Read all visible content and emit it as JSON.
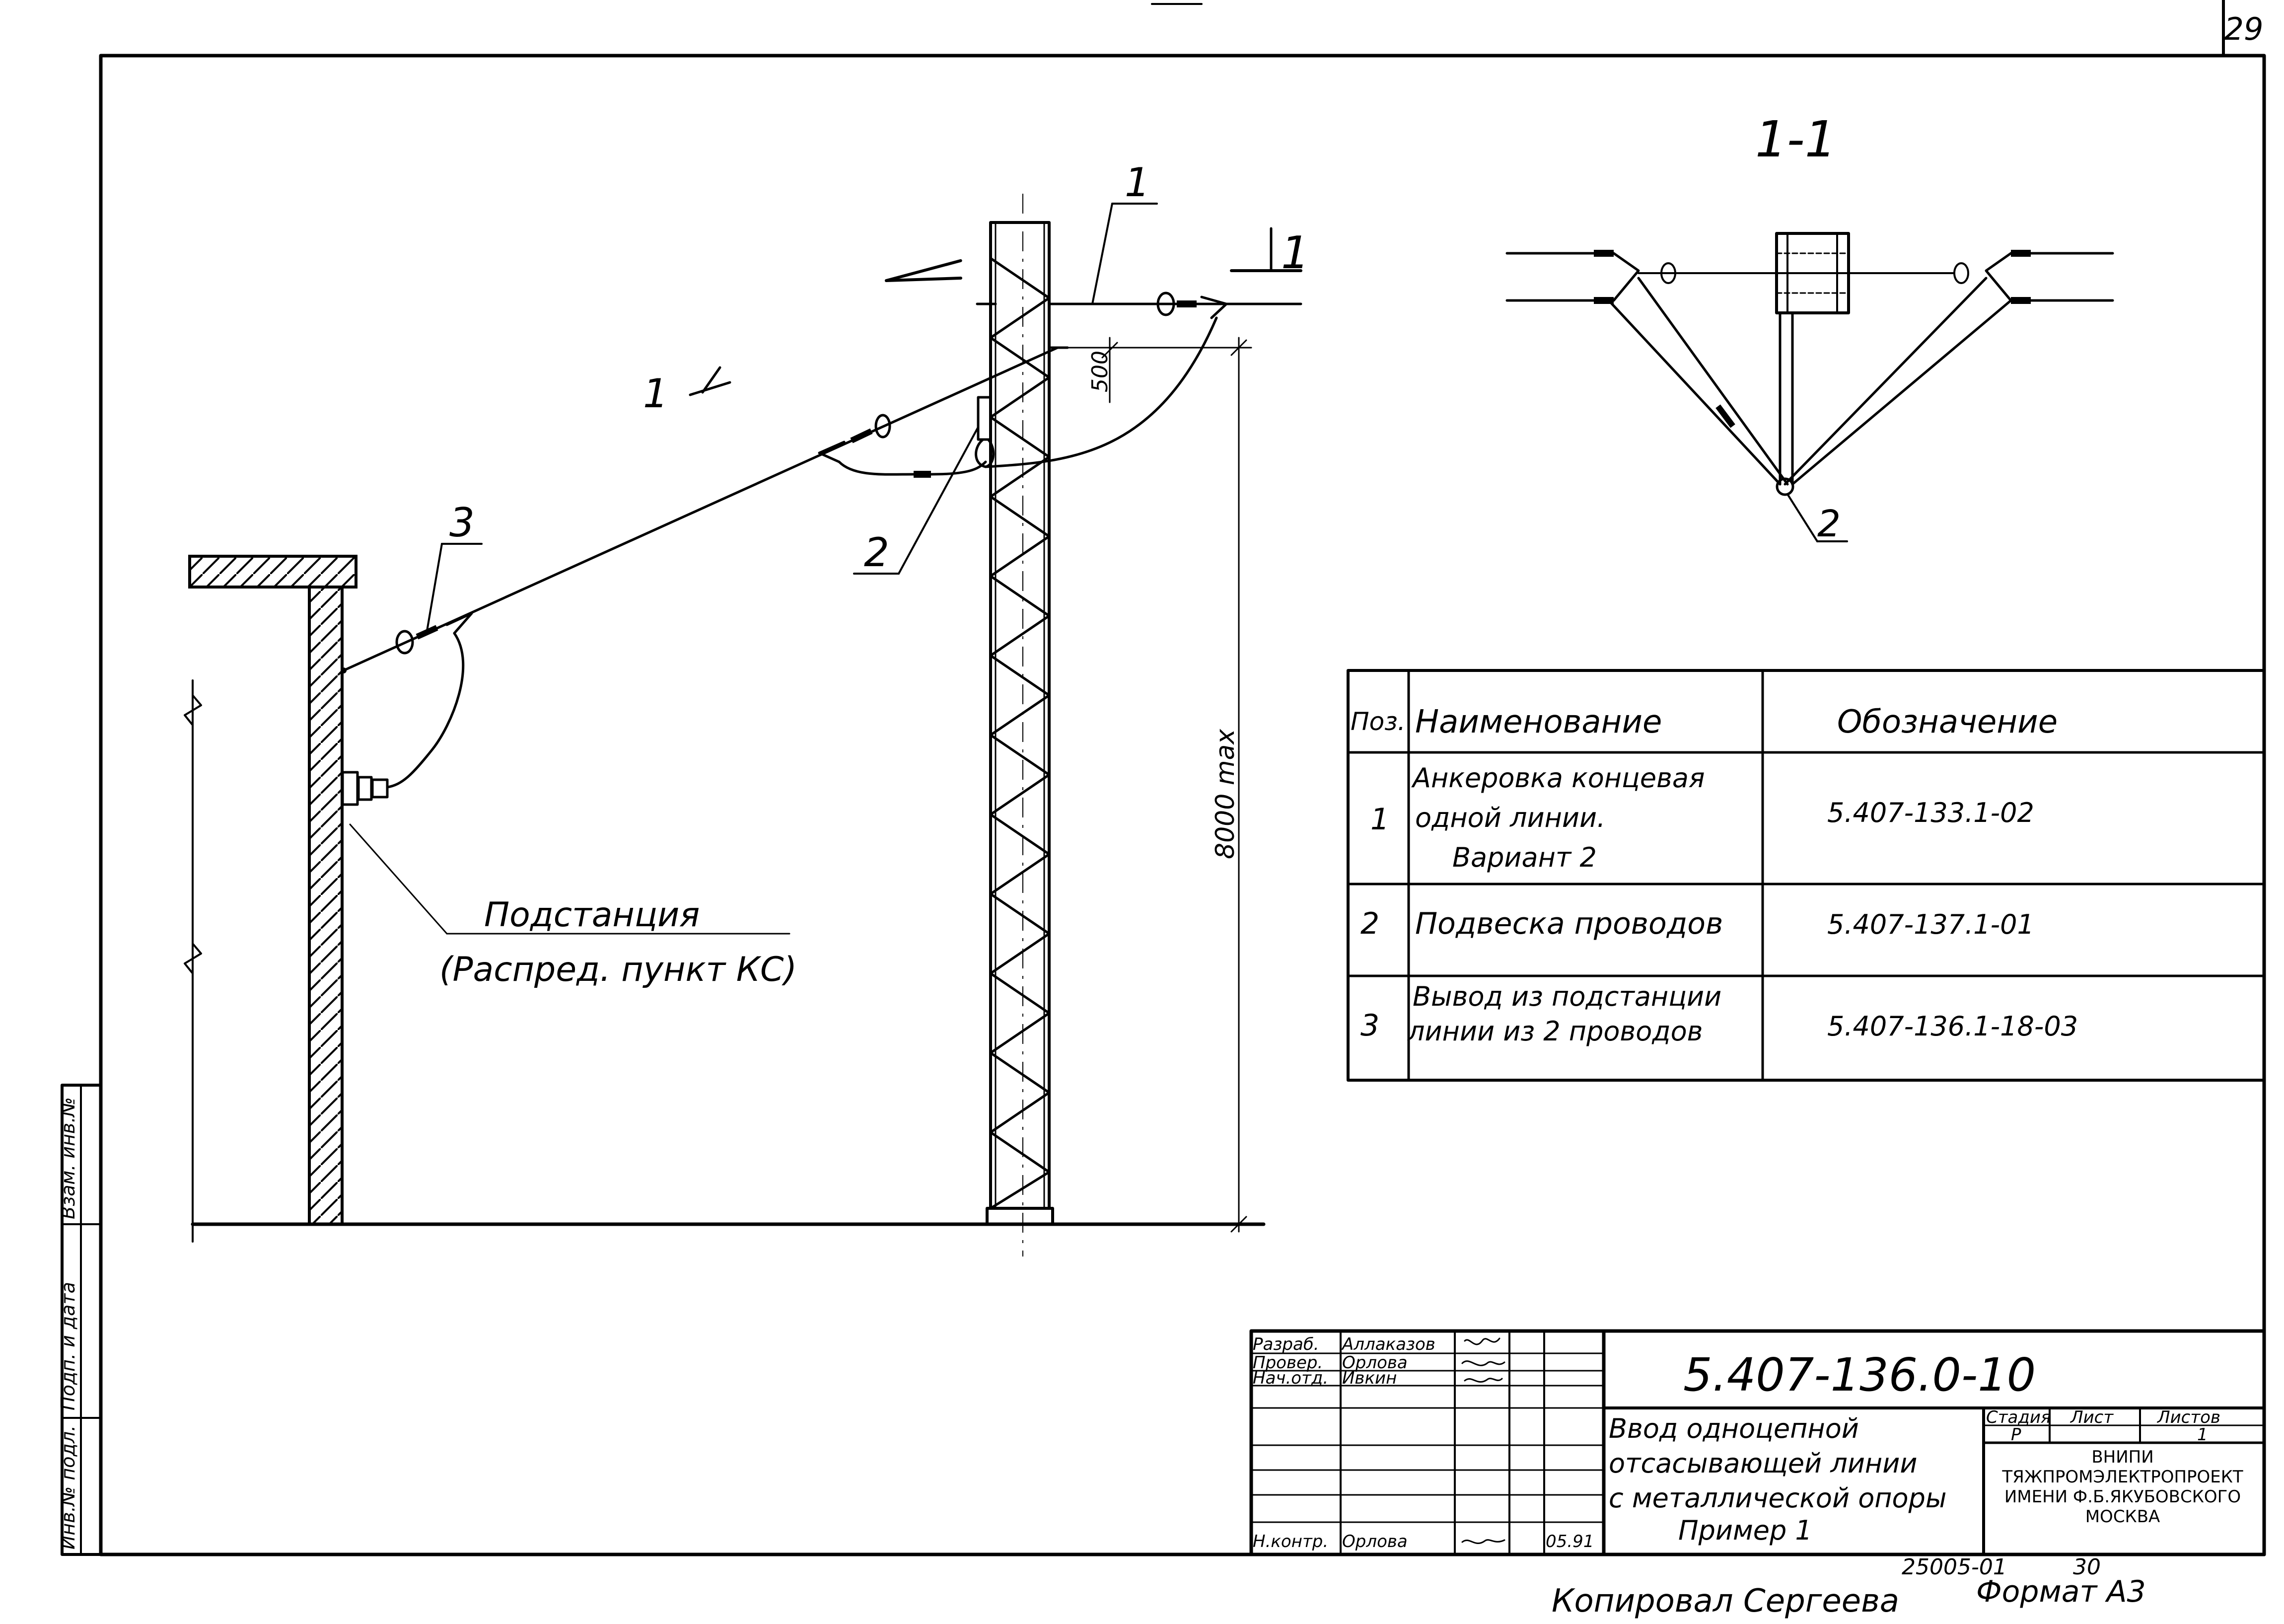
{
  "sheet_number": "29",
  "section_label": "1-1",
  "section_marks": {
    "left": "1",
    "right": "1"
  },
  "callouts": {
    "c1": "1",
    "c2": "2",
    "c3": "3",
    "section_c2": "2"
  },
  "dimensions": {
    "offset": "500",
    "height": "8000 max"
  },
  "substation_label": {
    "line1": "Подстанция",
    "line2": "(Распред. пункт КС)"
  },
  "spec_table": {
    "headers": [
      "Поз.",
      "Наименование",
      "Обозначение"
    ],
    "rows": [
      {
        "pos": "1",
        "name_lines": [
          "Анкеровка концевая",
          "одной линии.",
          "Вариант 2"
        ],
        "code": "5.407-133.1-02"
      },
      {
        "pos": "2",
        "name_lines": [
          "Подвеска проводов"
        ],
        "code": "5.407-137.1-01"
      },
      {
        "pos": "3",
        "name_lines": [
          "Вывод из подстанции",
          "линии из 2 проводов"
        ],
        "code": "5.407-136.1-18-03"
      }
    ]
  },
  "side_stamp": [
    "Инв.№ подл.",
    "Подп. и дата",
    "Взам. инв.№"
  ],
  "title_block": {
    "doc_code": "5.407-136.0-10",
    "roles": [
      {
        "role": "Разраб.",
        "name": "Аллаказов"
      },
      {
        "role": "Провер.",
        "name": "Орлова"
      },
      {
        "role": "Нач.отд.",
        "name": "Ивкин"
      },
      {
        "role": "Н.контр.",
        "name": "Орлова",
        "date": "05.91"
      }
    ],
    "title_lines": [
      "Ввод одноцепной",
      "отсасывающей линии",
      "с металлической опоры",
      "Пример 1"
    ],
    "stage_header": "Стадия",
    "sheet_header": "Лист",
    "sheets_header": "Листов",
    "stage": "Р",
    "sheet": "",
    "sheets": "1",
    "org_lines": [
      "ВНИПИ",
      "ТЯЖПРОМЭЛЕКТРОПРОЕКТ",
      "ИМЕНИ Ф.Б.ЯКУБОВСКОГО",
      "МОСКВА"
    ]
  },
  "footer": {
    "copied": "Копировал Сергеева",
    "number": "25005-01",
    "page": "30",
    "format": "Формат А3"
  }
}
